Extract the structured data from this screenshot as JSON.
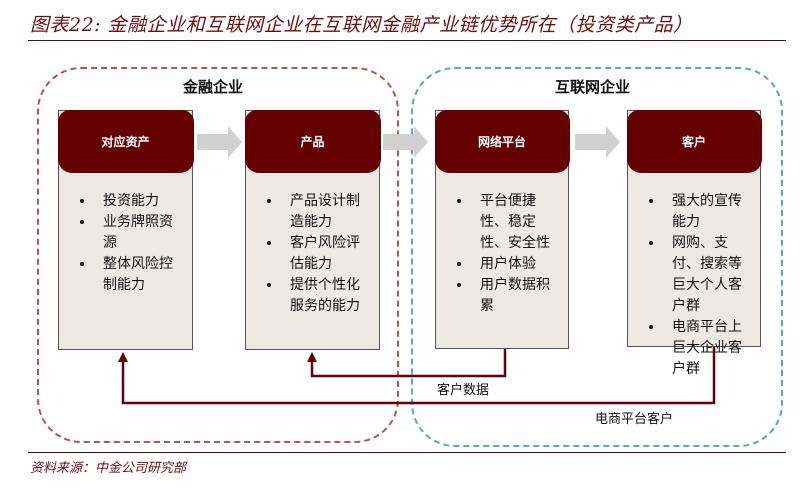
{
  "title": "图表22: 金融企业和互联网企业在互联网金融产业链优势所在（投资类产品）",
  "source": "资料来源：中金公司研究部",
  "groups": {
    "finance": "金融企业",
    "internet": "互联网企业"
  },
  "cards": [
    {
      "header": "对应资产",
      "items": [
        "投资能力",
        "业务牌照资源",
        "整体风险控制能力"
      ]
    },
    {
      "header": "产品",
      "items": [
        "产品设计制造能力",
        "客户风险评估能力",
        "提供个性化服务的能力"
      ]
    },
    {
      "header": "网络平台",
      "items": [
        "平台便捷性、稳定性、安全性",
        "用户体验",
        "用户数据积累"
      ]
    },
    {
      "header": "客户",
      "items": [
        "强大的宣传能力",
        "网购、支付、搜索等巨大个人客户群",
        "电商平台上巨大企业客户群"
      ]
    }
  ],
  "flows": {
    "customer_data": "客户数据",
    "ecommerce_customers": "电商平台客户"
  },
  "colors": {
    "accent": "#650000",
    "finance_border": "#c0504d",
    "internet_border": "#4bacc6"
  }
}
